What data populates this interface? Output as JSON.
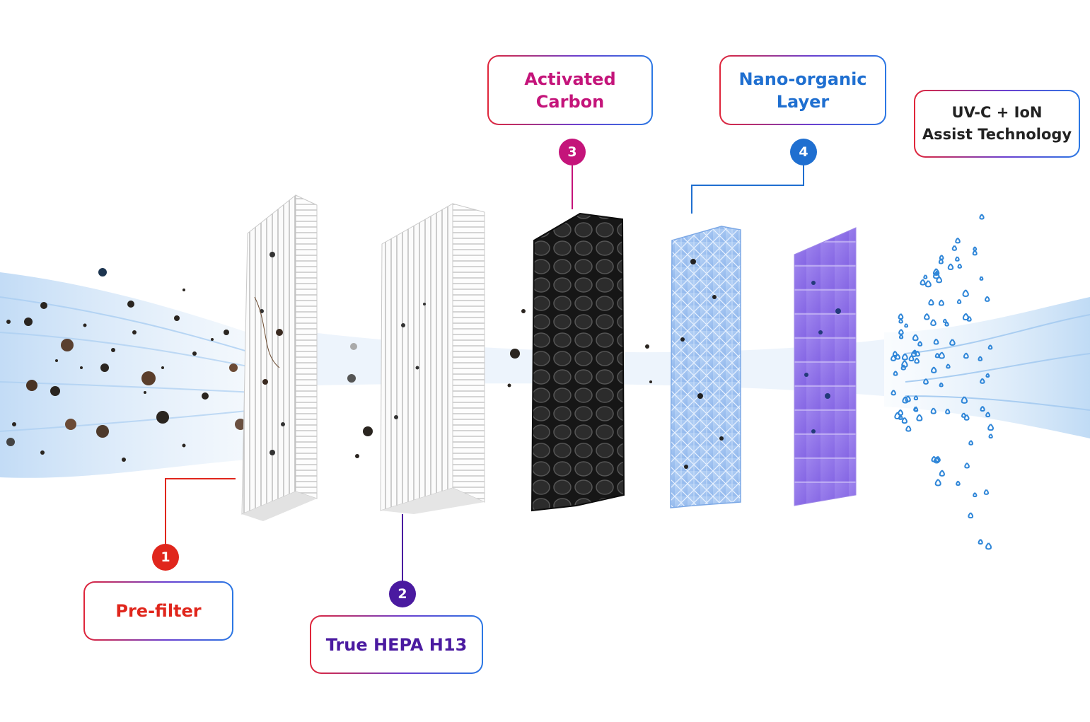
{
  "layers": [
    {
      "number": "1",
      "label": "Pre-filter",
      "color": "#e0261c"
    },
    {
      "number": "2",
      "label": "True HEPA H13",
      "color": "#4a1aa0"
    },
    {
      "number": "3",
      "label": "Activated Carbon",
      "color": "#c4147a"
    },
    {
      "number": "4",
      "label": "Nano-organic Layer",
      "color": "#1f6fd0"
    },
    {
      "label": "UV-C + IoN Assist Technology",
      "color": "#222222"
    }
  ],
  "layer_labels_wrapped": {
    "activated_carbon": [
      "Activated",
      "Carbon"
    ],
    "nano_organic": [
      "Nano-organic",
      "Layer"
    ],
    "uvc": [
      "UV-C + IoN",
      "Assist Technology"
    ]
  },
  "icons": [
    "pre-filter-panel-icon",
    "hepa-filter-panel-icon",
    "carbon-filter-panel-icon",
    "nano-organic-panel-icon",
    "uv-ion-panel-icon",
    "dust-particle-icon",
    "clean-air-droplet-icon",
    "airflow-wave-icon"
  ]
}
